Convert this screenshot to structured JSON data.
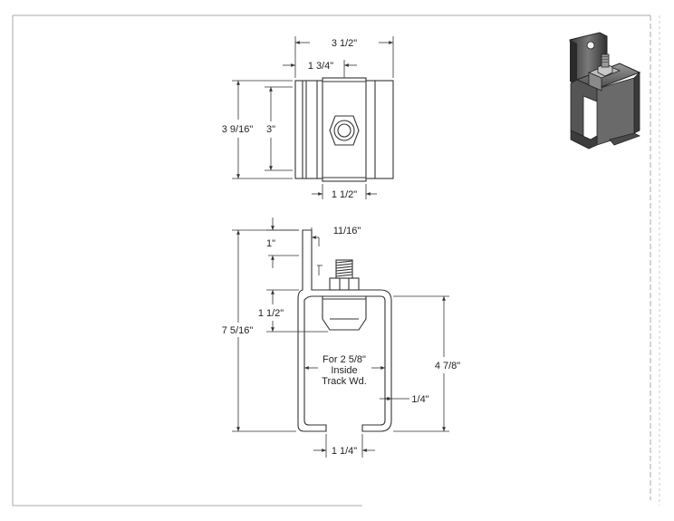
{
  "drawing": {
    "top_view": {
      "overall_width": "3 1/2\"",
      "offset_to_center": "1 3/4\"",
      "overall_height": "3 9/16\"",
      "inner_height": "3\"",
      "block_width": "1 1/2\""
    },
    "side_view": {
      "tab_width": "11/16\"",
      "tab_height": "1\"",
      "block_height": "1 1/2\"",
      "overall_height": "7 5/16\"",
      "track_height": "4 7/8\"",
      "wall_thickness": "1/4\"",
      "gap_width": "1 1/4\"",
      "note_line1": "For 2 5/8\"",
      "note_line2": "Inside",
      "note_line3": "Track Wd."
    },
    "iso_view": {
      "icon": "bracket-iso-icon"
    }
  }
}
